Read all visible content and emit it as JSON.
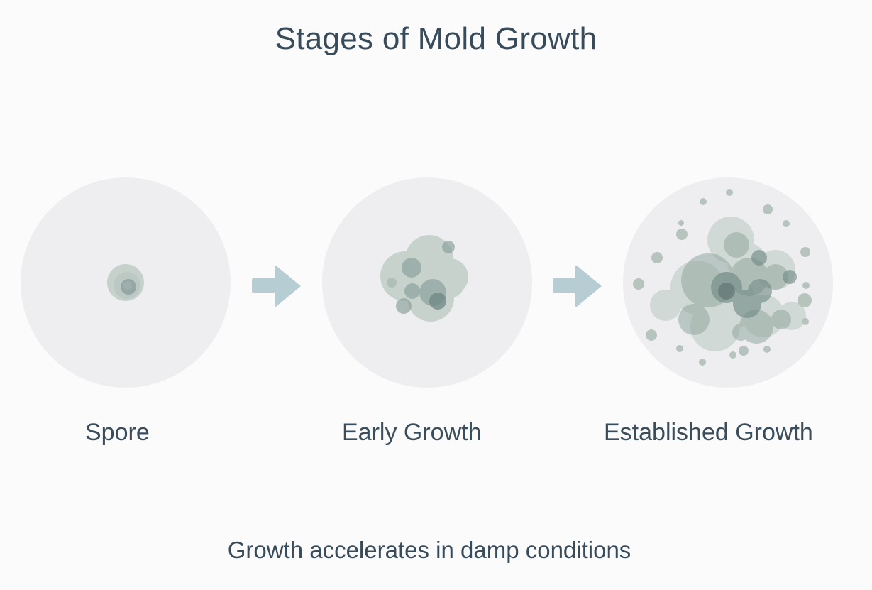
{
  "diagram": {
    "title": "Stages of Mold Growth",
    "caption": "Growth accelerates in damp conditions",
    "stages": [
      {
        "label": "Spore",
        "icon": "single-spore-petri-dish"
      },
      {
        "label": "Early Growth",
        "icon": "small-colony-petri-dish"
      },
      {
        "label": "Established Growth",
        "icon": "large-colony-petri-dish"
      }
    ],
    "connectors": [
      {
        "icon": "arrow-right-icon",
        "from": "Spore",
        "to": "Early Growth"
      },
      {
        "icon": "arrow-right-icon",
        "from": "Early Growth",
        "to": "Established Growth"
      }
    ],
    "colors": {
      "background": "#fbfbfc",
      "dish": "#eeeef1",
      "mold": "#9eb2a8",
      "mold_dark": "#6f8783",
      "arrow": "#b6cdd3",
      "text": "#384b5b"
    }
  }
}
